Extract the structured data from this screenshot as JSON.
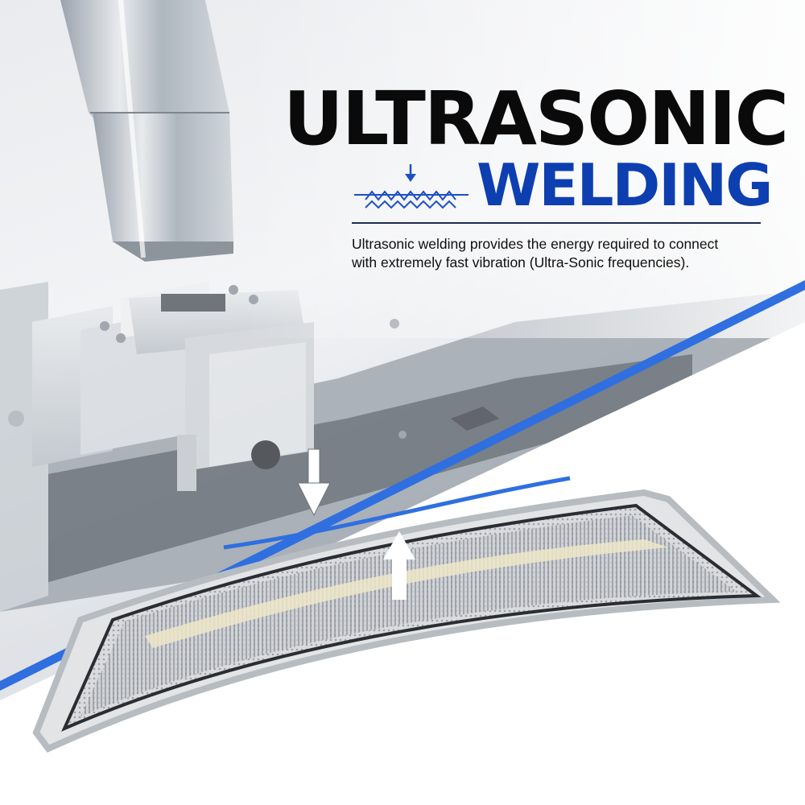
{
  "heading": {
    "line1": "ULTRASONIC",
    "line2": "WELDING"
  },
  "description": {
    "line1": "Ultrasonic welding provides the energy required to connect",
    "line2": "with extremely fast vibration  (Ultra-Sonic frequencies)."
  },
  "icons": {
    "wave": "down-arrow-wave-icon",
    "press_arrow": "down-arrow-icon",
    "lift_arrow": "up-arrow-icon"
  },
  "colors": {
    "title_black": "#0a0a0a",
    "title_blue": "#0d3fb0",
    "accent_blue": "#2f6fe0",
    "divider": "#1c2a55"
  }
}
